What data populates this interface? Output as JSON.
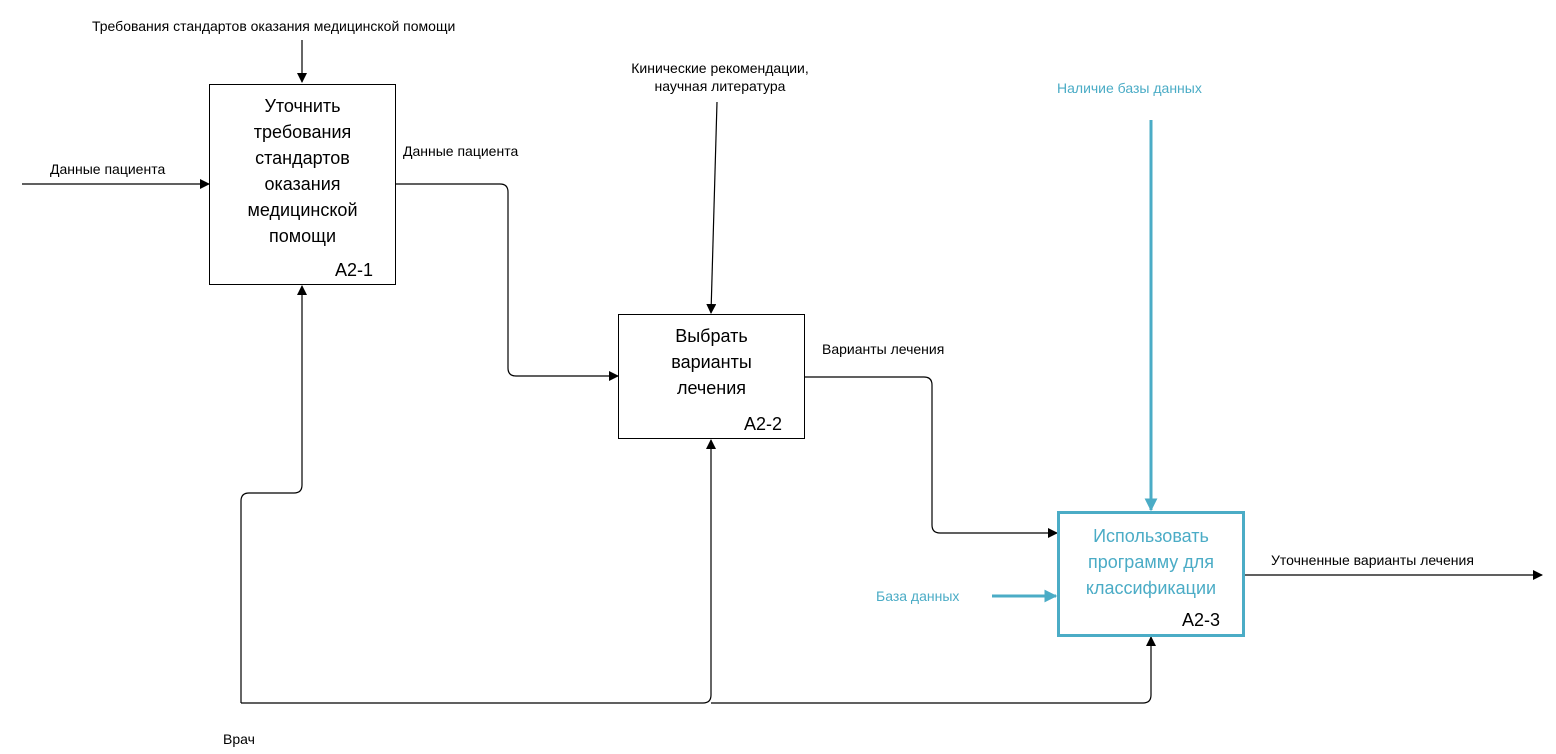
{
  "colors": {
    "line": "#000000",
    "accent": "#4bacc6"
  },
  "boxes": {
    "a21": {
      "title": "Уточнить\nтребования\nстандартов\nоказания\nмедицинской\nпомощи",
      "id": "A2-1"
    },
    "a22": {
      "title": "Выбрать\nварианты\nлечения",
      "id": "A2-2"
    },
    "a23": {
      "title": "Использовать\nпрограмму для\nклассификации",
      "id": "A2-3"
    }
  },
  "labels": {
    "standards_control": "Требования стандартов оказания медицинской помощи",
    "patient_input": "Данные пациента",
    "patient_output": "Данные пациента",
    "recommendations_line1": "Кинические рекомендации,",
    "recommendations_line2": "научная литература",
    "treatment_variants": "Варианты лечения",
    "database_presence": "Наличие базы данных",
    "database": "База данных",
    "refined_variants": "Уточненные варианты лечения",
    "doctor": "Врач"
  }
}
